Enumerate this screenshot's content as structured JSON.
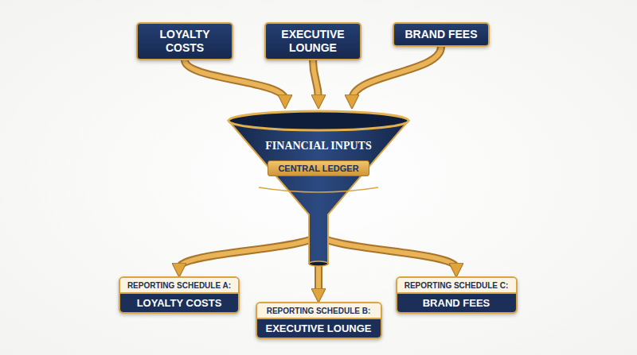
{
  "diagram": {
    "nodes": [
      {
        "text": [
          "LOYALTY COSTS"
        ]
      },
      {
        "text": [
          "EXECUTIVE LOUNGE"
        ]
      },
      {
        "text": [
          "BRAND FEES"
        ]
      },
      {
        "text": [
          "FINANCIAL INPUTS",
          "CENTRAL LEDGER"
        ]
      },
      {
        "text": [
          "REPORTING SCHEDULE A:",
          "LOYALTY COSTS"
        ]
      },
      {
        "text": [
          "REPORTING SCHEDULE B:",
          "EXECUTIVE LOUNGE"
        ]
      },
      {
        "text": [
          "REPORTING SCHEDULE C:",
          "BRAND FEES"
        ]
      }
    ],
    "edges": [
      {
        "from": 0,
        "to": 3,
        "arrow": "to"
      },
      {
        "from": 1,
        "to": 3,
        "arrow": "to"
      },
      {
        "from": 2,
        "to": 3,
        "arrow": "to"
      },
      {
        "from": 3,
        "to": 4,
        "arrow": "to"
      },
      {
        "from": 3,
        "to": 5,
        "arrow": "to"
      },
      {
        "from": 3,
        "to": 6,
        "arrow": "to"
      }
    ]
  }
}
